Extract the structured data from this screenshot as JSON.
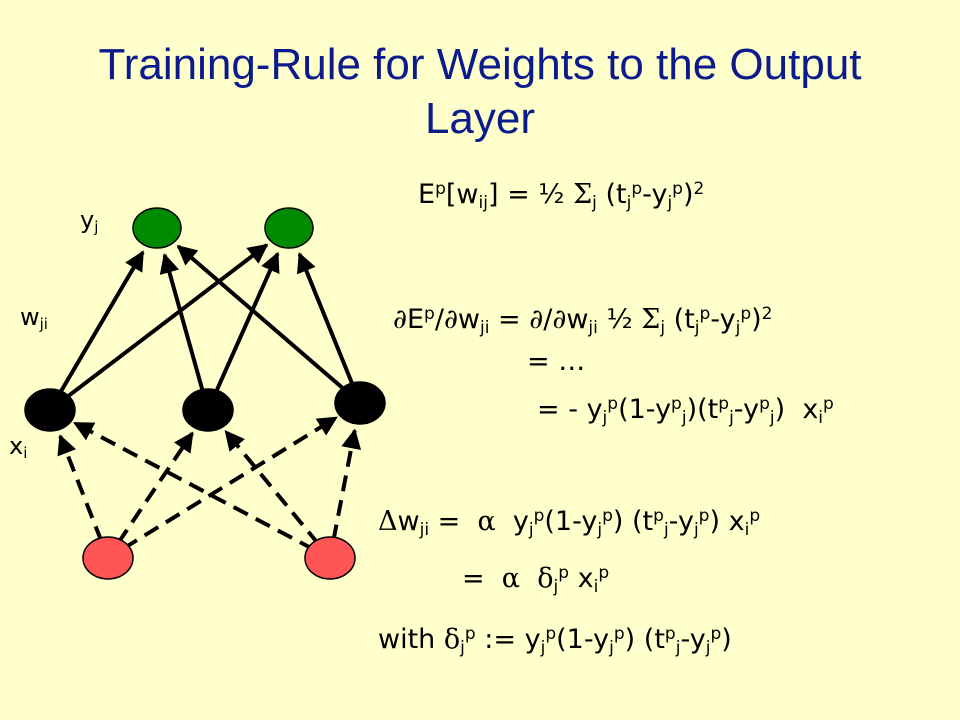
{
  "slide": {
    "title_line1": "Training-Rule for Weights to the Output",
    "title_line2": "Layer",
    "title_color": "#0b1a8c",
    "background": "#ffffcc"
  },
  "network": {
    "labels": {
      "y_base": "y",
      "y_sub": "j",
      "w_base": "w",
      "w_sub": "ji",
      "x_base": "x",
      "x_sub": "i"
    },
    "colors": {
      "output": "#008a00",
      "hidden": "#000000",
      "input": "#ff5555",
      "edge": "#000000"
    }
  },
  "text": {
    "E": "E",
    "p": "p",
    "w": "w",
    "ij": "ij",
    "ji": "ji",
    "j": "j",
    "i": "i",
    "t": "t",
    "y": "y",
    "x": "x",
    "two": "2",
    "half": "½",
    "eq": "=",
    "sigma": "Σ",
    "partial": "∂",
    "slash": "/",
    "delta_up": "Δ",
    "alpha": "α",
    "delta": "δ",
    "ellipsis": "…",
    "minus": "-",
    "assign": ":=",
    "with": "with",
    "one_minus": "(1-",
    "lp": "(",
    "rp": ")",
    "lbr": "[",
    "rbr": "]"
  }
}
